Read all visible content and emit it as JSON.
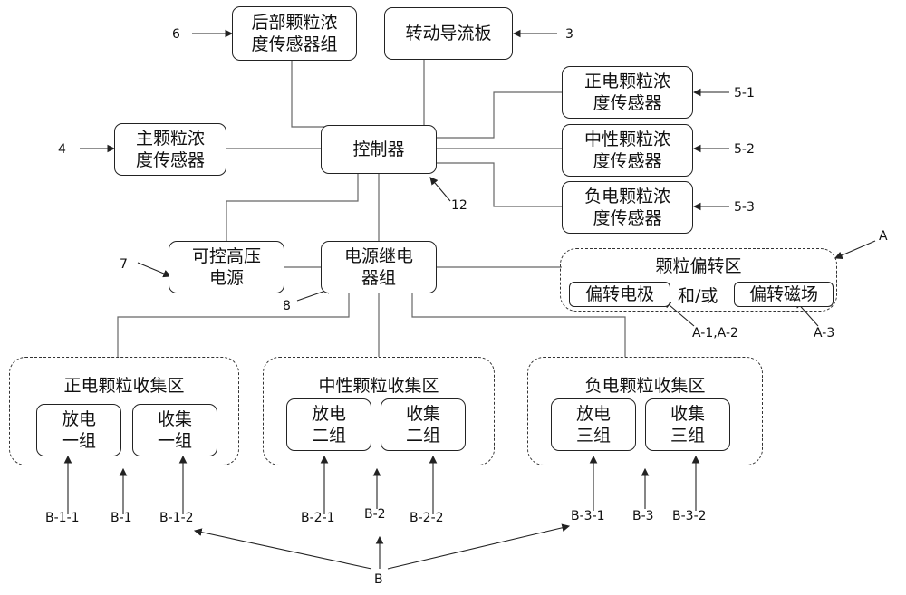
{
  "boxes": {
    "rear_sensor_group": "后部颗粒浓\n度传感器组",
    "rotating_deflector": "转动导流板",
    "positive_sensor": "正电颗粒浓\n度传感器",
    "neutral_sensor": "中性颗粒浓\n度传感器",
    "negative_sensor": "负电颗粒浓\n度传感器",
    "main_sensor": "主颗粒浓\n度传感器",
    "controller": "控制器",
    "hv_supply": "可控高压\n电源",
    "relay_group": "电源继电\n器组",
    "deflect_electrode": "偏转电极",
    "deflect_field": "偏转磁场",
    "discharge_1": "放电\n一组",
    "collect_1": "收集\n一组",
    "discharge_2": "放电\n二组",
    "collect_2": "收集\n二组",
    "discharge_3": "放电\n三组",
    "collect_3": "收集\n三组"
  },
  "zones": {
    "deflection_zone": "颗粒偏转区",
    "and_or": "和/或",
    "positive_zone": "正电颗粒收集区",
    "neutral_zone": "中性颗粒收集区",
    "negative_zone": "负电颗粒收集区"
  },
  "labels": {
    "l6": "6",
    "l3": "3",
    "l5_1": "5-1",
    "l5_2": "5-2",
    "l5_3": "5-3",
    "l4": "4",
    "l12": "12",
    "l7": "7",
    "l8": "8",
    "lA": "A",
    "lA12": "A-1,A-2",
    "lA3": "A-3",
    "lB11": "B-1-1",
    "lB1": "B-1",
    "lB12": "B-1-2",
    "lB21": "B-2-1",
    "lB2": "B-2",
    "lB22": "B-2-2",
    "lB31": "B-3-1",
    "lB3": "B-3",
    "lB32": "B-3-2",
    "lB": "B"
  }
}
